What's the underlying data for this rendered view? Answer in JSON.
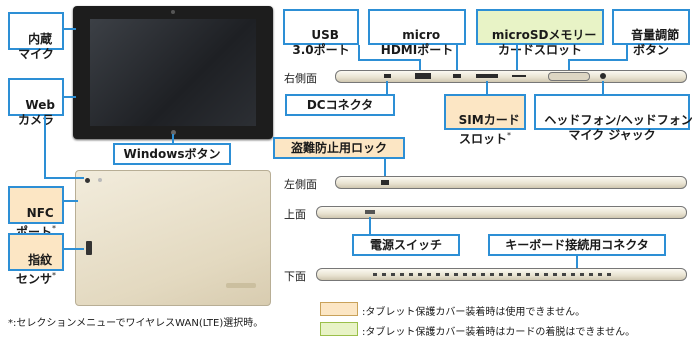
{
  "front": {
    "mic_label": "内蔵\nマイク",
    "webcam_label": "Web\nカメラ",
    "windows_button_label": "Windowsボタン"
  },
  "back": {
    "nfc_label": "NFC\nポート",
    "nfc_mark": "*",
    "fingerprint_label": "指紋\nセンサ",
    "fingerprint_mark": "*"
  },
  "top_callouts": {
    "usb": "USB\n3.0ポート",
    "hdmi": "micro\nHDMIポート",
    "microsd": "microSDメモリー\nカードスロット",
    "volume": "音量調節\nボタン"
  },
  "side_labels": {
    "right": "右側面",
    "left": "左側面",
    "top": "上面",
    "bottom": "下面"
  },
  "lower_callouts": {
    "dc": "DCコネクタ",
    "sim": "SIMカード\nスロット",
    "sim_mark": "*",
    "headphone": "ヘッドフォン/ヘッドフォン\nマイク ジャック",
    "lock": "盗難防止用ロック",
    "power": "電源スイッチ",
    "keyboard": "キーボード接続用コネクタ"
  },
  "footnote": "*:セレクションメニューでワイヤレスWAN(LTE)選択時。",
  "legend": {
    "orange_text": ":タブレット保護カバー装着時は使用できません。",
    "green_text": ":タブレット保護カバー装着時はカードの着脱はできません。",
    "orange_color": "#fce6c4",
    "green_color": "#e8f3c6"
  },
  "colors": {
    "accent": "#2d8fd5",
    "device_front": "#1c1c1c",
    "device_back": "#e9e1cc"
  }
}
